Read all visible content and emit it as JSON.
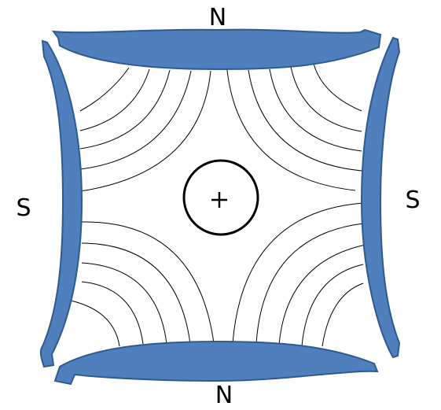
{
  "labels": {
    "top": "N",
    "bottom": "N",
    "left": "S",
    "right": "S"
  },
  "beam": {
    "symbol": "+"
  },
  "colors": {
    "pole_fill": "#4f7fbd",
    "pole_stroke": "#2f5a8f",
    "field_line": "#000000"
  }
}
